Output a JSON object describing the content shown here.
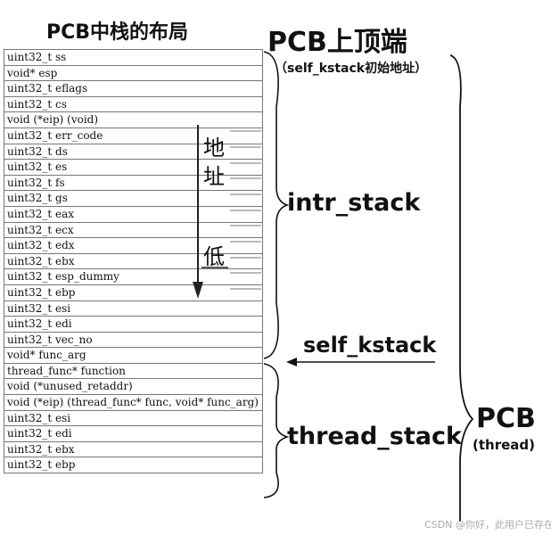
{
  "title": "PCB中栈的布局",
  "top_title": "PCB上顶端",
  "subtitle": "（self_kstack初始地址）",
  "rows": [
    "uint32_t ss",
    "void* esp",
    "uint32_t eflags",
    "uint32_t cs",
    "void (*eip) (void)",
    "uint32_t err_code",
    "uint32_t ds",
    "uint32_t es",
    "uint32_t fs",
    "uint32_t gs",
    "uint32_t eax",
    "uint32_t ecx",
    "uint32_t edx",
    "uint32_t ebx",
    "uint32_t esp_dummy",
    "uint32_t ebp",
    "uint32_t esi",
    "uint32_t edi",
    "uint32_t vec_no",
    "void* func_arg",
    "thread_func* function",
    "void (*unused_retaddr)",
    "void (*eip) (thread_func* func, void* func_arg)",
    "uint32_t esi",
    "uint32_t edi",
    "uint32_t ebx",
    "uint32_t ebp"
  ],
  "address_direction": {
    "char1": "地",
    "char2": "址",
    "char3": "低"
  },
  "intr_stack_label": "intr_stack",
  "self_kstack_label": "self_kstack",
  "thread_stack_label": "thread_stack",
  "pcb_label": "PCB",
  "pcb_sub_label": "(thread)",
  "watermark": "CSDN @你好，此用户已存在"
}
